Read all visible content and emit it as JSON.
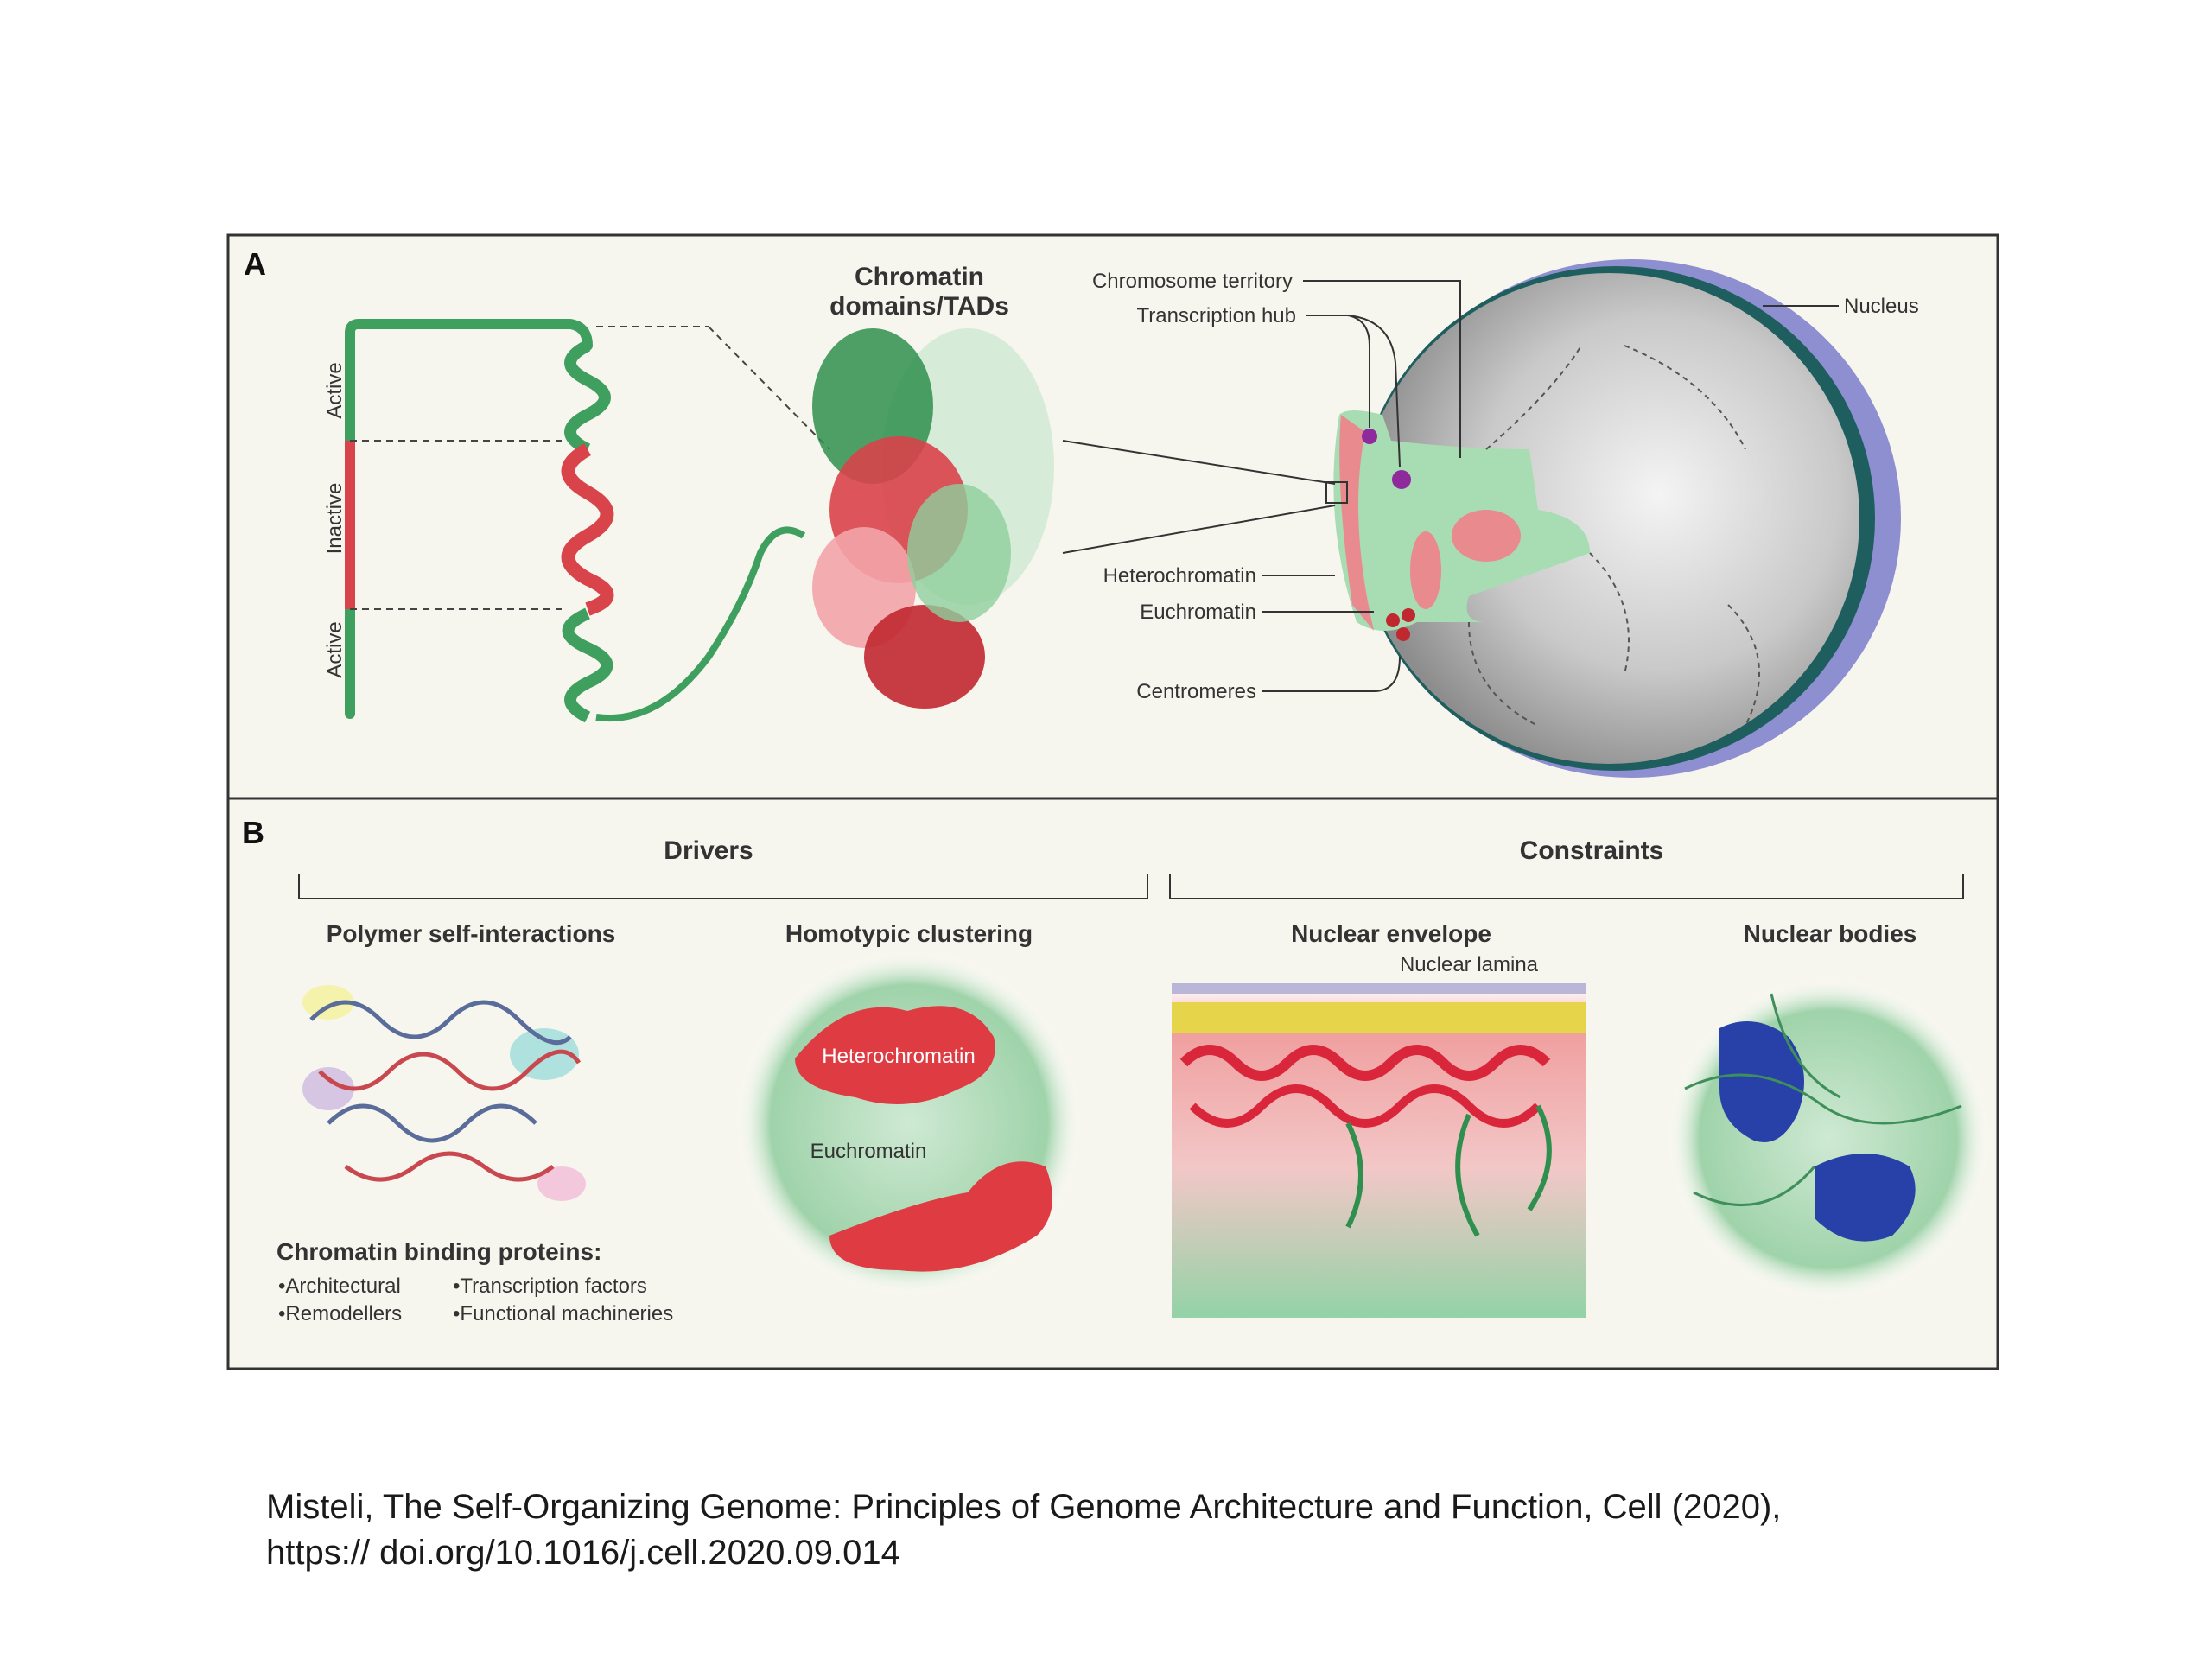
{
  "panels": {
    "a": {
      "label": "A",
      "fiber": {
        "active_top": "Active",
        "inactive": "Inactive",
        "active_bottom": "Active"
      },
      "tads_title_line1": "Chromatin",
      "tads_title_line2": "domains/TADs",
      "nucleus_callouts": {
        "chromosome_territory": "Chromosome territory",
        "transcription_hub": "Transcription hub",
        "nucleus": "Nucleus",
        "heterochromatin": "Heterochromatin",
        "euchromatin": "Euchromatin",
        "centromeres": "Centromeres"
      }
    },
    "b": {
      "label": "B",
      "drivers": "Drivers",
      "constraints": "Constraints",
      "polymer": "Polymer self-interactions",
      "homotypic": "Homotypic clustering",
      "nuclear_envelope": "Nuclear envelope",
      "nuclear_bodies": "Nuclear bodies",
      "nuclear_lamina": "Nuclear lamina",
      "heterochromatin": "Heterochromatin",
      "euchromatin": "Euchromatin",
      "binding_title": "Chromatin binding proteins:",
      "binding_items": [
        "•Architectural",
        "•Transcription factors",
        "•Remodellers",
        "•Functional machineries"
      ]
    }
  },
  "caption": {
    "line1": "Misteli, The Self-Organizing Genome: Principles of Genome Architecture and Function, Cell (2020),",
    "line2": "https:// doi.org/10.1016/j.cell.2020.09.014"
  },
  "colors": {
    "active": "#3f9f5e",
    "inactive": "#d9434a",
    "nucleus_envelope": "#8d8fd0",
    "panel_bg": "#f7f6ee",
    "blue_body": "#2741a8"
  }
}
